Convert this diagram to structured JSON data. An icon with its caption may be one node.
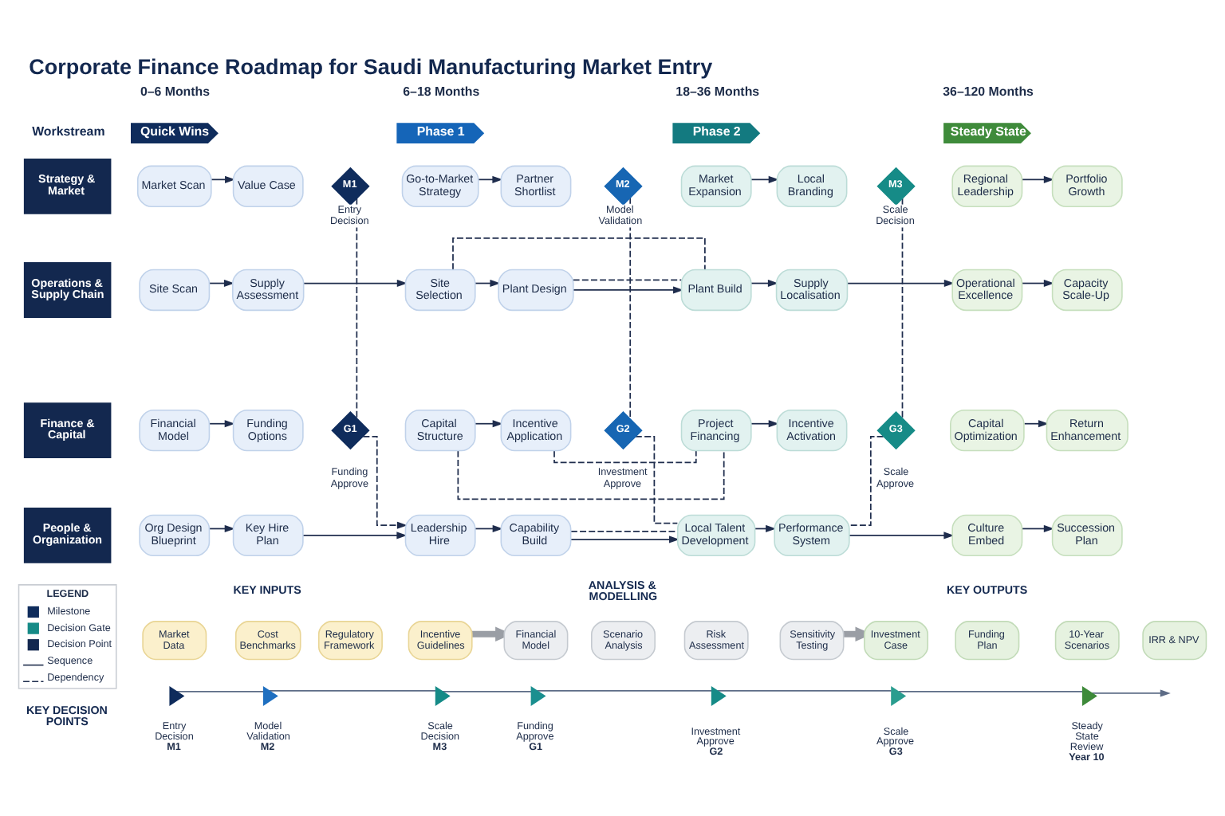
{
  "diagram": {
    "title": "Corporate Finance Roadmap for Saudi Manufacturing Market Entry",
    "nodes": [
      {
        "text": [
          "Quick Wins"
        ],
        "beside": [
          "0–6 Months"
        ]
      },
      {
        "text": [
          "Phase 1"
        ],
        "beside": [
          "6–18 Months"
        ]
      },
      {
        "text": [
          "Phase 2"
        ],
        "beside": [
          "18–36 Months"
        ]
      },
      {
        "text": [
          "Steady State"
        ],
        "beside": [
          "36–120 Months"
        ]
      },
      {
        "text": [
          "Strategy & Market"
        ]
      },
      {
        "text": [
          "Market Scan"
        ]
      },
      {
        "text": [
          "Value Case"
        ]
      },
      {
        "text": [
          "M1"
        ],
        "beside": [
          "Entry Decision"
        ]
      },
      {
        "text": [
          "Go-to-Market Strategy"
        ]
      },
      {
        "text": [
          "Partner Shortlist"
        ]
      },
      {
        "text": [
          "M2"
        ],
        "beside": [
          "Model Validation"
        ]
      },
      {
        "text": [
          "Market Expansion"
        ]
      },
      {
        "text": [
          "Local Branding"
        ]
      },
      {
        "text": [
          "M3"
        ],
        "beside": [
          "Scale Decision"
        ]
      },
      {
        "text": [
          "Regional Leadership"
        ]
      },
      {
        "text": [
          "Portfolio Growth"
        ]
      },
      {
        "text": [
          "Operations & Supply Chain"
        ]
      },
      {
        "text": [
          "Site Scan"
        ]
      },
      {
        "text": [
          "Supply Assessment"
        ]
      },
      {
        "text": [
          "Site Selection"
        ]
      },
      {
        "text": [
          "Plant Design"
        ]
      },
      {
        "text": [
          "Plant Build"
        ]
      },
      {
        "text": [
          "Supply Localisation"
        ]
      },
      {
        "text": [
          "Operational Excellence"
        ]
      },
      {
        "text": [
          "Capacity Scale-Up"
        ]
      },
      {
        "text": [
          "Finance & Capital"
        ]
      },
      {
        "text": [
          "Financial Model"
        ]
      },
      {
        "text": [
          "Funding Options"
        ]
      },
      {
        "text": [
          "G1"
        ],
        "beside": [
          "Funding Approve"
        ]
      },
      {
        "text": [
          "Capital Structure"
        ]
      },
      {
        "text": [
          "Incentive Application"
        ]
      },
      {
        "text": [
          "G2"
        ],
        "beside": [
          "Investment Approve"
        ]
      },
      {
        "text": [
          "Project Financing"
        ]
      },
      {
        "text": [
          "Incentive Activation"
        ]
      },
      {
        "text": [
          "G3"
        ],
        "beside": [
          "Scale Approve"
        ]
      },
      {
        "text": [
          "Capital Optimization"
        ]
      },
      {
        "text": [
          "Return Enhancement"
        ]
      },
      {
        "text": [
          "People & Organization"
        ]
      },
      {
        "text": [
          "Org Design Blueprint"
        ]
      },
      {
        "text": [
          "Key Hire Plan"
        ]
      },
      {
        "text": [
          "Leadership Hire"
        ]
      },
      {
        "text": [
          "Capability Build"
        ]
      },
      {
        "text": [
          "Local Talent Development"
        ]
      },
      {
        "text": [
          "Performance System"
        ]
      },
      {
        "text": [
          "Culture Embed"
        ]
      },
      {
        "text": [
          "Succession Plan"
        ]
      },
      {
        "text": [
          "Market Data"
        ]
      },
      {
        "text": [
          "Cost Benchmarks"
        ]
      },
      {
        "text": [
          "Regulatory Framework"
        ]
      },
      {
        "text": [
          "Incentive Guidelines"
        ]
      },
      {
        "text": [
          "Financial Model"
        ]
      },
      {
        "text": [
          "Scenario Analysis"
        ]
      },
      {
        "text": [
          "Risk Assessment"
        ]
      },
      {
        "text": [
          "Sensitivity Testing"
        ]
      },
      {
        "text": [
          "Investment Case"
        ]
      },
      {
        "text": [
          "Funding Plan"
        ]
      },
      {
        "text": [
          "10-Year Scenarios"
        ]
      },
      {
        "text": [
          "IRR & NPV"
        ]
      },
      {
        "text": [],
        "shape": "flag",
        "beside": [
          "Entry Decision",
          "M1"
        ]
      },
      {
        "text": [],
        "shape": "flag",
        "beside": [
          "Model Validation",
          "M2"
        ]
      },
      {
        "text": [],
        "shape": "flag",
        "beside": [
          "Scale Decision",
          "M3"
        ]
      },
      {
        "text": [],
        "shape": "flag",
        "beside": [
          "Funding Approve",
          "G1"
        ]
      },
      {
        "text": [],
        "shape": "flag",
        "beside": [
          "Investment Approve",
          "G2"
        ]
      },
      {
        "text": [],
        "shape": "flag",
        "beside": [
          "Scale Approve",
          "G3"
        ]
      },
      {
        "text": [],
        "shape": "flag",
        "beside": [
          "Steady State Review",
          "Year 10"
        ]
      }
    ],
    "edges": [
      {
        "from": 5,
        "to": 6,
        "arrow": "to"
      },
      {
        "from": 8,
        "to": 9,
        "arrow": "to"
      },
      {
        "from": 11,
        "to": 12,
        "arrow": "to"
      },
      {
        "from": 14,
        "to": 15,
        "arrow": "to"
      },
      {
        "from": 17,
        "to": 18,
        "arrow": "to"
      },
      {
        "from": 18,
        "to": 19,
        "arrow": "to"
      },
      {
        "from": 19,
        "to": 20,
        "arrow": "to"
      },
      {
        "from": 20,
        "to": 21,
        "arrow": "to"
      },
      {
        "from": 21,
        "to": 22,
        "arrow": "to"
      },
      {
        "from": 22,
        "to": 23,
        "arrow": "to"
      },
      {
        "from": 23,
        "to": 24,
        "arrow": "to"
      },
      {
        "from": 26,
        "to": 27,
        "arrow": "to"
      },
      {
        "from": 29,
        "to": 30,
        "arrow": "to"
      },
      {
        "from": 32,
        "to": 33,
        "arrow": "to"
      },
      {
        "from": 35,
        "to": 36,
        "arrow": "to"
      },
      {
        "from": 38,
        "to": 39,
        "arrow": "to"
      },
      {
        "from": 39,
        "to": 40,
        "arrow": "to"
      },
      {
        "from": 40,
        "to": 41,
        "arrow": "to"
      },
      {
        "from": 41,
        "to": 42,
        "arrow": "to"
      },
      {
        "from": 42,
        "to": 43,
        "arrow": "to"
      },
      {
        "from": 43,
        "to": 44,
        "arrow": "to"
      },
      {
        "from": 44,
        "to": 45,
        "arrow": "to"
      },
      {
        "from": 7,
        "to": 28,
        "arrow": "none",
        "style": "dashed"
      },
      {
        "from": 28,
        "to": 40,
        "arrow": "to",
        "style": "dashed"
      },
      {
        "from": 10,
        "to": 31,
        "arrow": "none",
        "style": "dashed"
      },
      {
        "from": 31,
        "to": 42,
        "arrow": "none",
        "style": "dashed"
      },
      {
        "from": 13,
        "to": 34,
        "arrow": "none",
        "style": "dashed"
      },
      {
        "from": 34,
        "to": 43,
        "arrow": "none",
        "style": "dashed"
      },
      {
        "from": 19,
        "to": 21,
        "arrow": "none",
        "style": "dashed"
      },
      {
        "from": 20,
        "to": 21,
        "arrow": "none",
        "style": "dashed"
      },
      {
        "from": 29,
        "to": 32,
        "arrow": "none",
        "style": "dashed"
      },
      {
        "from": 30,
        "to": 32,
        "arrow": "none",
        "style": "dashed"
      },
      {
        "from": 41,
        "to": 42,
        "arrow": "none",
        "style": "dashed"
      },
      {
        "from": 49,
        "to": 50,
        "arrow": "to",
        "style": "thick",
        "color": "#9a9ea5"
      },
      {
        "from": 53,
        "to": 54,
        "arrow": "to",
        "style": "thick",
        "color": "#9a9ea5"
      },
      {
        "from": 58,
        "to": 59,
        "arrow": "none",
        "color": "#5d6c86"
      },
      {
        "from": 59,
        "to": 60,
        "arrow": "none",
        "color": "#5d6c86"
      },
      {
        "from": 60,
        "to": 61,
        "arrow": "none",
        "color": "#5d6c86"
      },
      {
        "from": 61,
        "to": 62,
        "arrow": "none",
        "color": "#5d6c86"
      },
      {
        "from": 62,
        "to": 63,
        "arrow": "none",
        "color": "#5d6c86"
      },
      {
        "from": 63,
        "to": 64,
        "arrow": "none",
        "color": "#5d6c86"
      },
      {
        "from": 64,
        "to": null,
        "arrow": "to",
        "color": "#5d6c86"
      }
    ],
    "labels": [
      "Workstream",
      "LEGEND",
      "KEY INPUTS",
      "ANALYSIS & MODELLING",
      "KEY OUTPUTS",
      "KEY DECISION POINTS"
    ],
    "legend": [
      {
        "text": "Milestone",
        "color": "#0f2c5c"
      },
      {
        "text": "Decision Gate",
        "color": "#168b87"
      },
      {
        "text": "Decision Point"
      },
      {
        "text": "Sequence"
      },
      {
        "text": "Dependency"
      }
    ]
  }
}
